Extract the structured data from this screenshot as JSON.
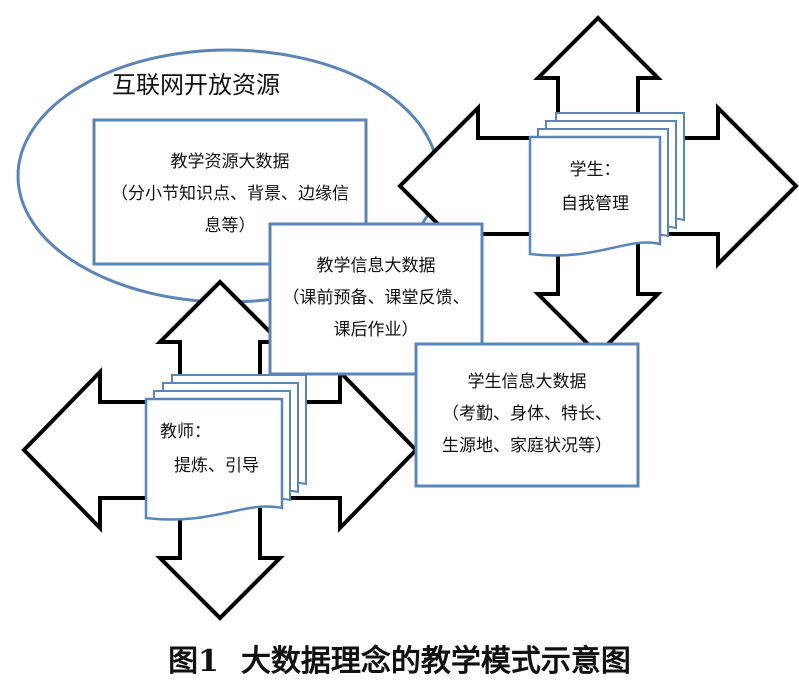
{
  "internet_resources": {
    "label": "互联网开放资源"
  },
  "nodes": {
    "teaching_resources": {
      "title": "教学资源大数据",
      "line2": "（分小节知识点、背景、边缘信",
      "line3": "息等）"
    },
    "teaching_info": {
      "title": "教学信息大数据",
      "line2": "（课前预备、课堂反馈、",
      "line3": "课后作业）"
    },
    "student_info": {
      "title": "学生信息大数据",
      "line2": "（考勤、身体、特长、",
      "line3": "生源地、家庭状况等）"
    },
    "student": {
      "title": "学生：",
      "line2": "自我管理"
    },
    "teacher": {
      "title": "教师：",
      "line2": "提炼、引导"
    }
  },
  "caption": {
    "number": "图1",
    "text": "大数据理念的教学模式示意图"
  },
  "colors": {
    "box_border": "#5b84b8",
    "arrow_stroke": "#000000"
  }
}
